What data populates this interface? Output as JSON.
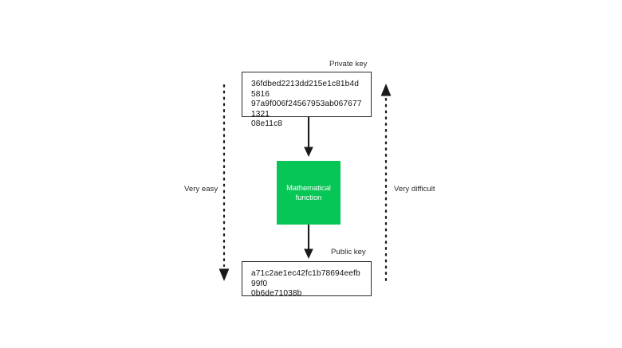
{
  "diagram": {
    "title_visible": false,
    "background_color": "#ffffff",
    "accent_color": "#06c755",
    "line_color": "#1a1a1a",
    "private_key": {
      "caption": "Private key",
      "value": "36fdbed2213dd215e1c81b4d5816\n97a9f006f24567953ab0676771321\n08e11c8"
    },
    "public_key": {
      "caption": "Public key",
      "value": "a71c2ae1ec42fc1b78694eefb99f0\n0b6de71038b"
    },
    "function_node": {
      "label": "Mathematical\nfunction",
      "fill_color": "#06c755",
      "text_color": "#ffffff"
    },
    "direction_labels": {
      "left": "Very easy",
      "right": "Very difficult"
    },
    "flow_arrows": [
      {
        "name": "private-to-function",
        "from": "private_key",
        "to": "function_node",
        "direction": "down"
      },
      {
        "name": "function-to-public",
        "from": "function_node",
        "to": "public_key",
        "direction": "down"
      }
    ],
    "dotted_arrows": [
      {
        "name": "very-easy-arrow",
        "direction": "down",
        "label": "Very easy",
        "side": "left"
      },
      {
        "name": "very-difficult-arrow",
        "direction": "up",
        "label": "Very difficult",
        "side": "right"
      }
    ]
  }
}
